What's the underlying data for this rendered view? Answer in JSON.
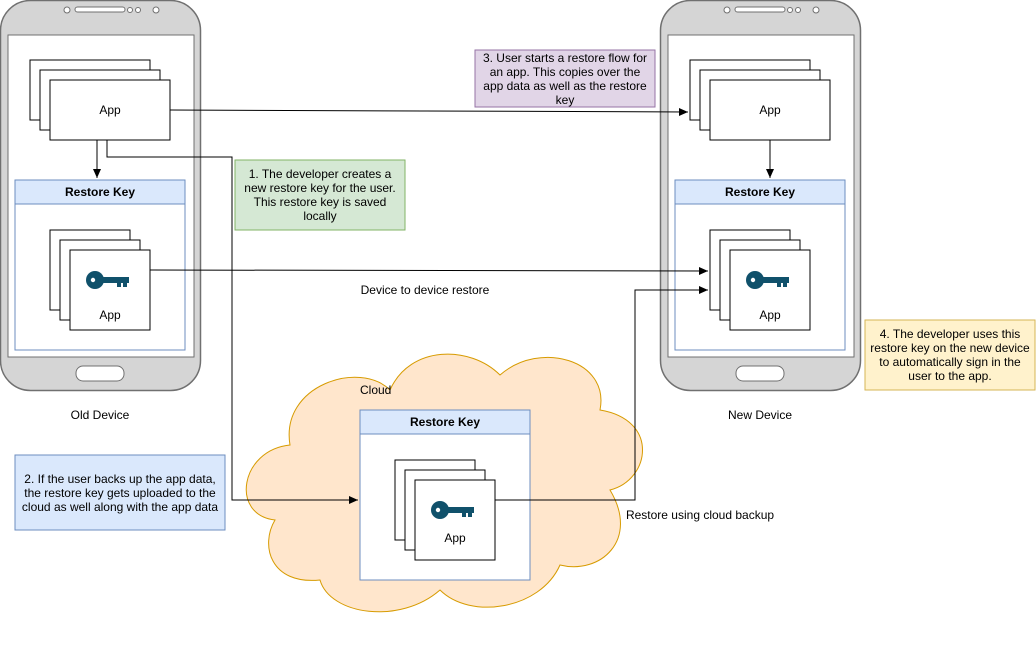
{
  "devices": {
    "old_label": "Old Device",
    "new_label": "New Device"
  },
  "app_label": "App",
  "restore_key_label": "Restore Key",
  "cloud_label": "Cloud",
  "edge_labels": {
    "device_to_device": "Device to device restore",
    "cloud_restore": "Restore using cloud backup"
  },
  "notes": {
    "step1": "1. The developer creates a new restore key for the user. This restore key is saved locally",
    "step2": "2. If the user backs up the app data, the restore key gets uploaded to the cloud as well along with the app data",
    "step3": "3. User starts a restore flow for an app. This copies over the app data as well as the restore key",
    "step4": "4. The developer uses this restore key on the new device to automatically sign in the user to the app."
  },
  "colors": {
    "phone_body": "#d5d5d5",
    "phone_stroke": "#707070",
    "restore_header": "#dae8fc",
    "restore_header_stroke": "#6c8ebf",
    "note_green": "#d5e8d4",
    "note_green_stroke": "#82b366",
    "note_blue": "#dae8fc",
    "note_blue_stroke": "#6c8ebf",
    "note_purple": "#e1d5e7",
    "note_purple_stroke": "#9673a6",
    "note_yellow": "#fff2cc",
    "note_yellow_stroke": "#d6b656",
    "cloud_fill": "#ffe6cc",
    "cloud_stroke": "#d79b00",
    "key_icon": "#10516b"
  }
}
